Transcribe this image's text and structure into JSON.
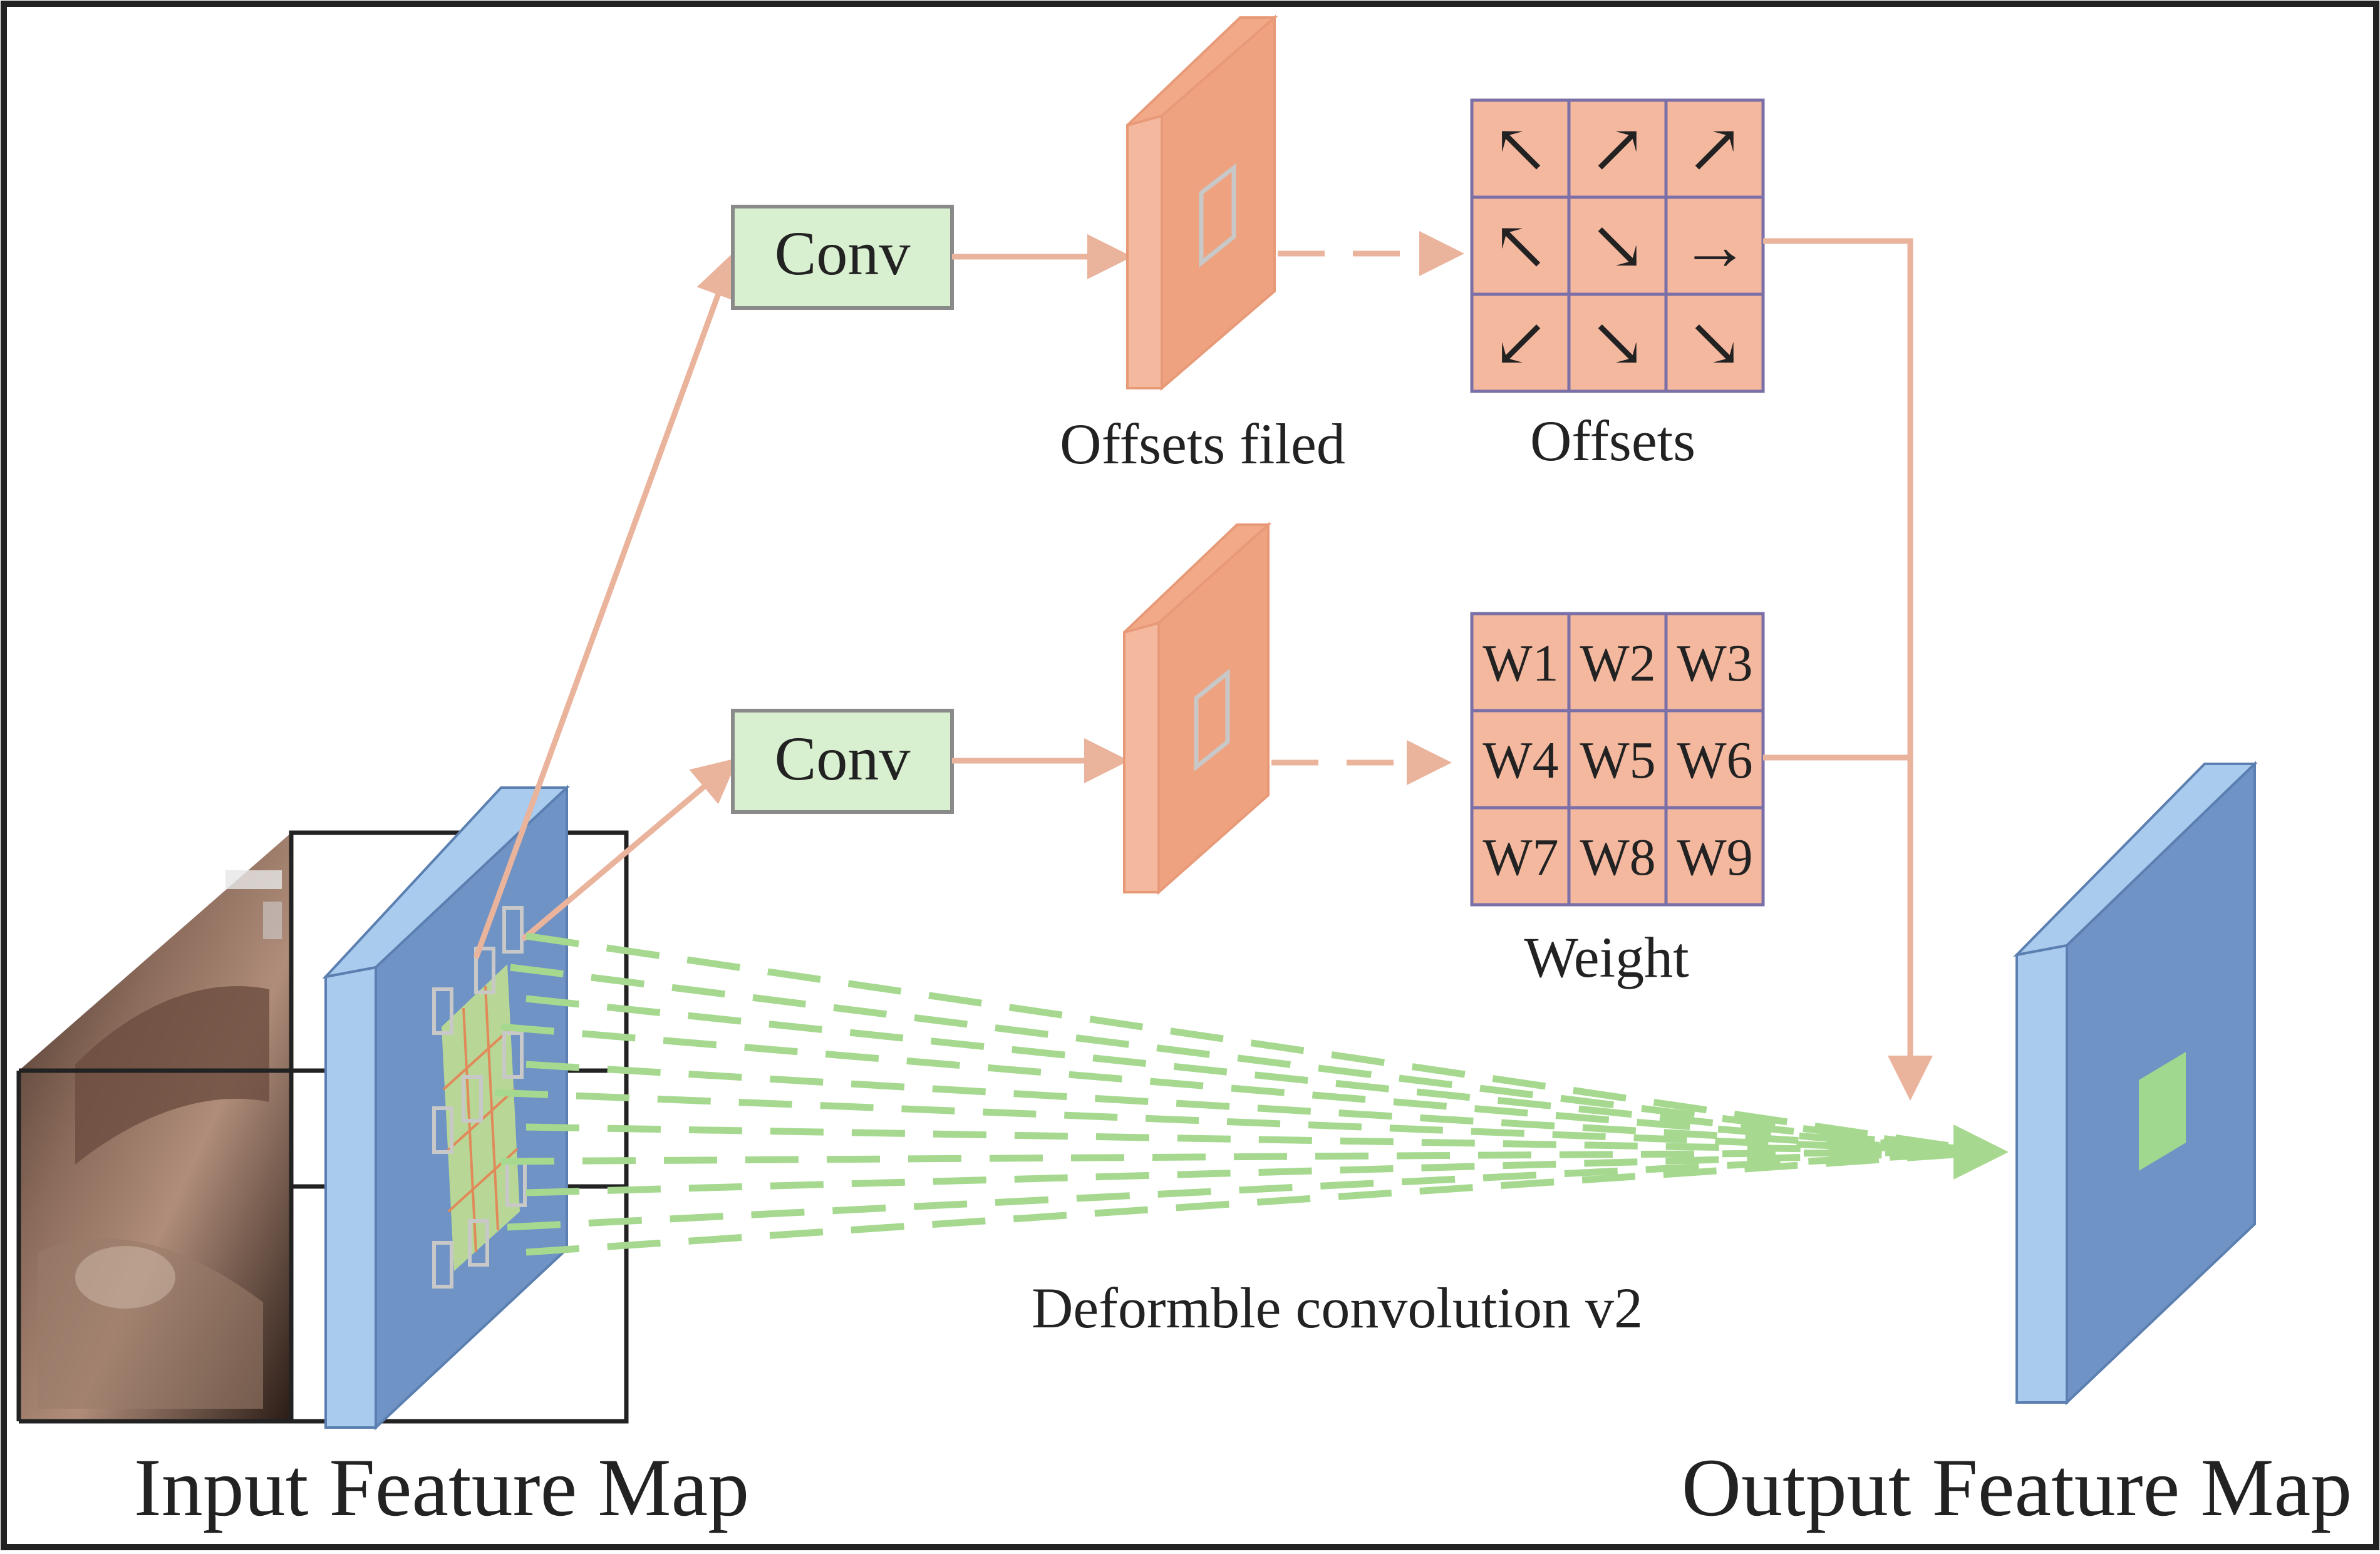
{
  "diagram": {
    "conv_top_label": "Conv",
    "conv_bottom_label": "Conv",
    "offsets_field_label": "Offsets filed",
    "offsets_label": "Offsets",
    "weight_label": "Weight",
    "deformable_label": "Deformble convolution v2",
    "input_label": "Input Feature Map",
    "output_label": "Output Feature Map",
    "offset_arrows": [
      "↖",
      "↗",
      "↗",
      "↖",
      "↘",
      "→",
      "↙",
      "↘",
      "↘"
    ],
    "weights": [
      "W1",
      "W2",
      "W3",
      "W4",
      "W5",
      "W6",
      "W7",
      "W8",
      "W9"
    ]
  },
  "colors": {
    "conv_fill": "#d9f0d0",
    "conv_border": "#8a8a8a",
    "salmon": "#f4b89f",
    "salmon_dark": "#e89a78",
    "salmon_line": "#eab39c",
    "grid_line": "#7b6fa8",
    "blue_face": "#6f93c4",
    "blue_side": "#a9cbee",
    "green_dash": "#a6d98f",
    "green_patch": "#9ed98f"
  }
}
